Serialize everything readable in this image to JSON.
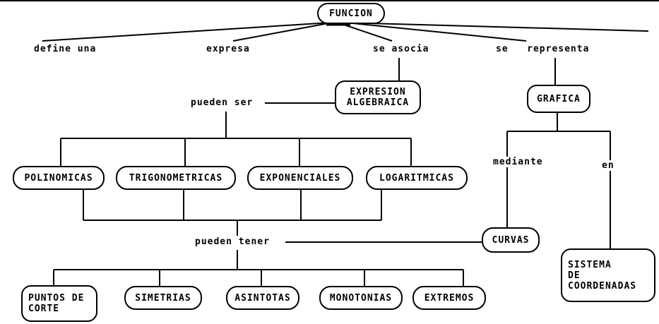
{
  "nodes": {
    "funcion": "FUNCION",
    "expresion_algebraica": "EXPRESION\nALGEBRAICA",
    "grafica": "GRAFICA",
    "polinomicas": "POLINOMICAS",
    "trigonometricas": "TRIGONOMETRICAS",
    "exponenciales": "EXPONENCIALES",
    "logaritmicas": "LOGARITMICAS",
    "curvas": "CURVAS",
    "sistema_coordenadas": "SISTEMA\nDE\nCOORDENADAS",
    "puntos_de_corte": "PUNTOS DE\nCORTE",
    "simetrias": "SIMETRIAS",
    "asintotas": "ASINTOTAS",
    "monotonias": "MONOTONIAS",
    "extremos": "EXTREMOS"
  },
  "links": {
    "define_una": "define una",
    "expresa": "expresa",
    "se_asocia": "se asocia",
    "se_representa": "se   representa",
    "pueden_ser": "pueden ser",
    "pueden_tener": "pueden tener",
    "mediante": "mediante",
    "en": "en"
  }
}
